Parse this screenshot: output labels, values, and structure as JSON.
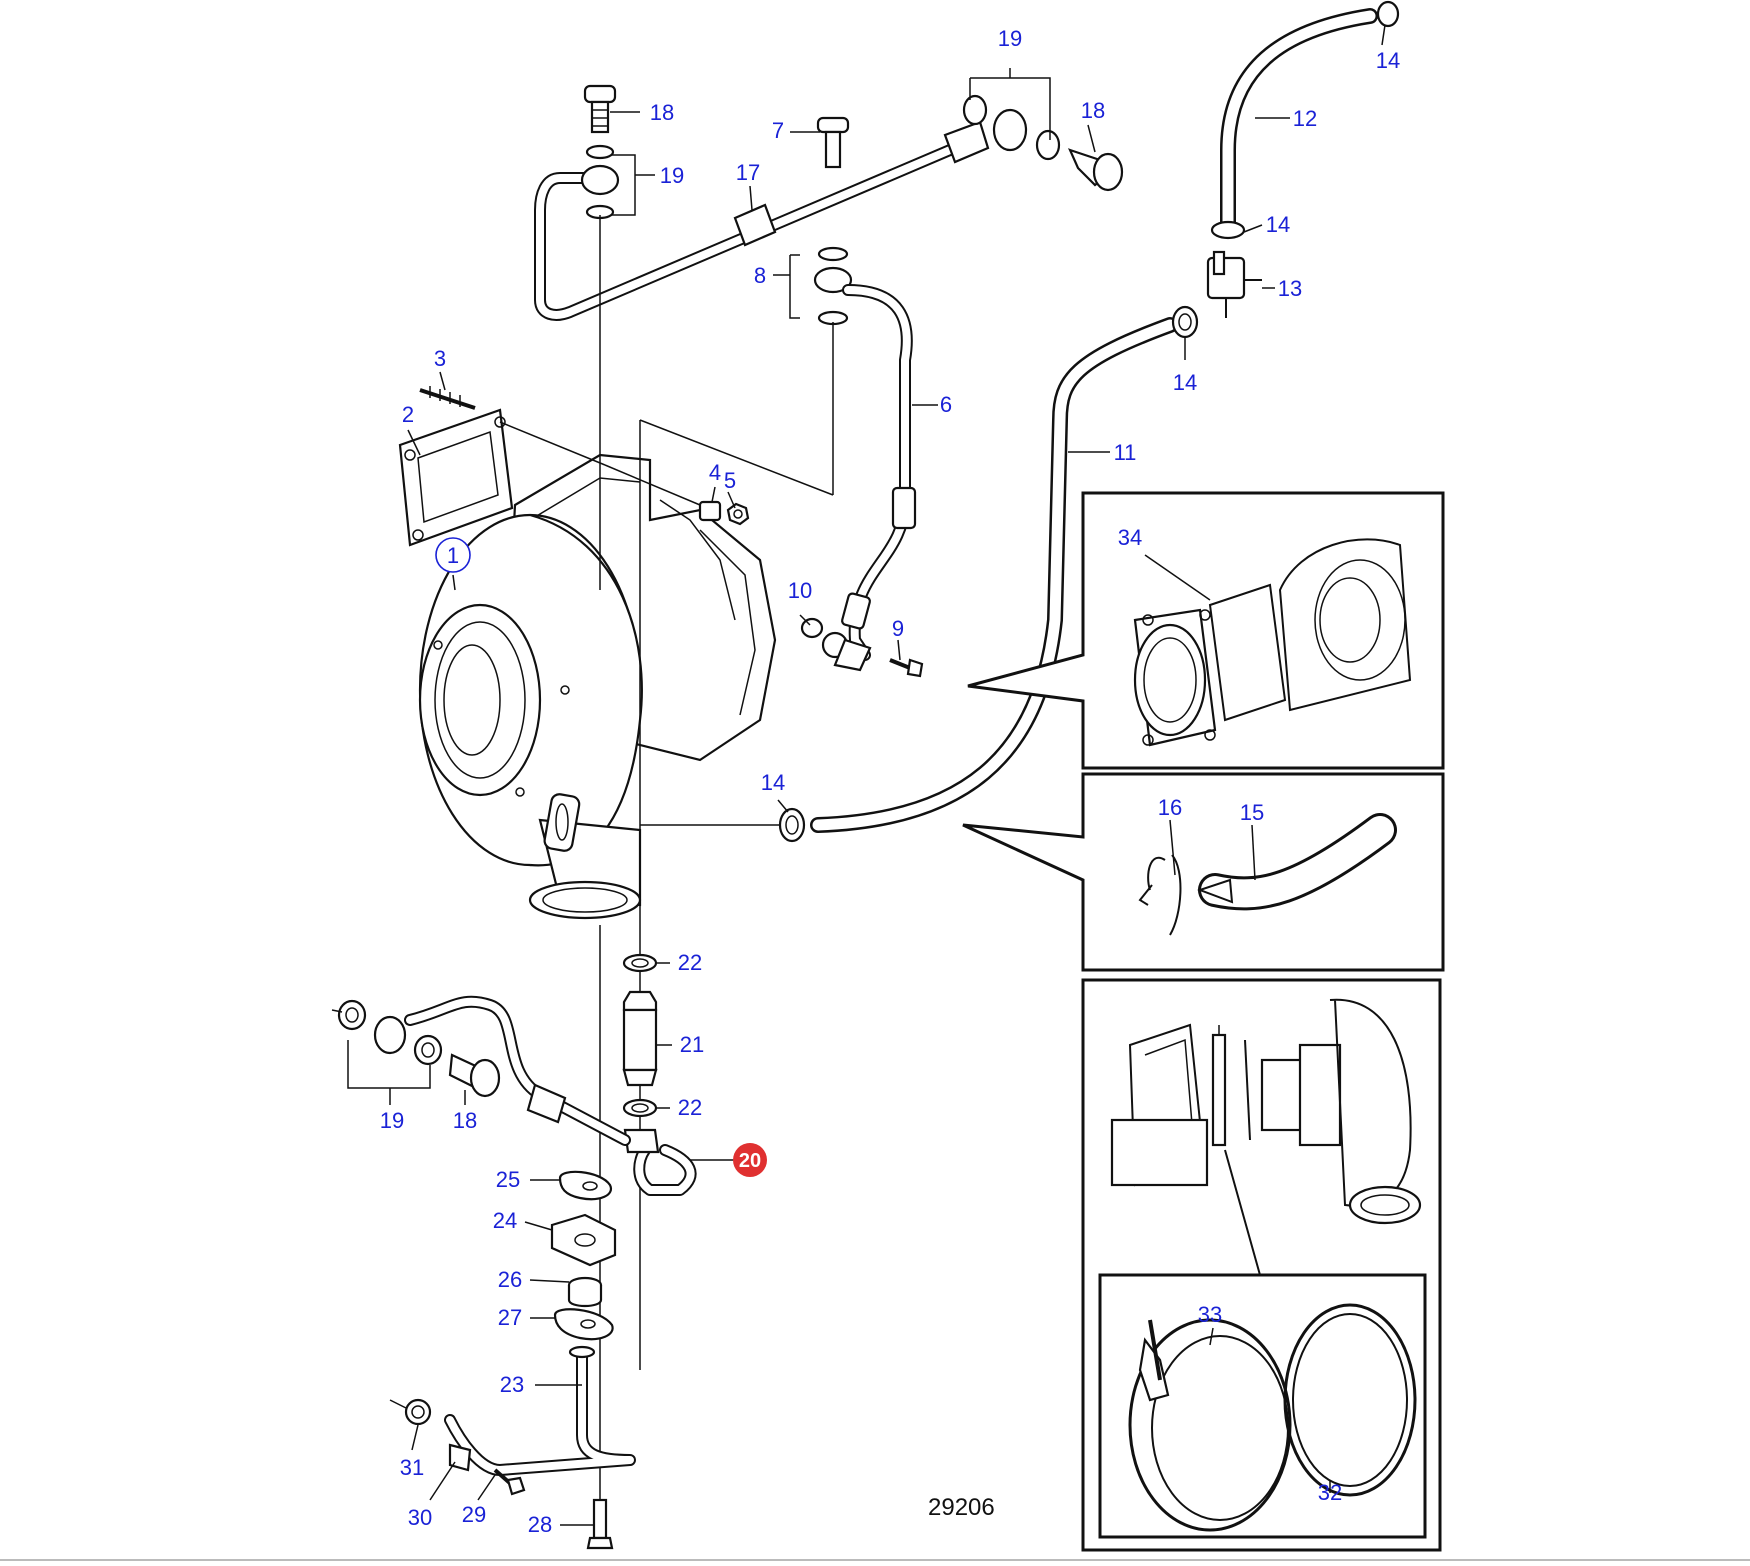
{
  "diagram": {
    "reference_number": "29206",
    "highlight_color": "#e03030",
    "callout_color": "#1a22d6",
    "callouts": {
      "c1": "1",
      "c2": "2",
      "c3": "3",
      "c4": "4",
      "c5": "5",
      "c6": "6",
      "c7": "7",
      "c8": "8",
      "c9": "9",
      "c10": "10",
      "c11": "11",
      "c12": "12",
      "c13": "13",
      "c14a": "14",
      "c14b": "14",
      "c14c": "14",
      "c14d": "14",
      "c15": "15",
      "c16": "16",
      "c17": "17",
      "c18a": "18",
      "c18b": "18",
      "c18c": "18",
      "c19a": "19",
      "c19b": "19",
      "c19c": "19",
      "c20": "20",
      "c21": "21",
      "c22a": "22",
      "c22b": "22",
      "c23": "23",
      "c24": "24",
      "c25": "25",
      "c26": "26",
      "c27": "27",
      "c28": "28",
      "c29": "29",
      "c30": "30",
      "c31": "31",
      "c32": "32",
      "c33": "33",
      "c34": "34"
    }
  }
}
